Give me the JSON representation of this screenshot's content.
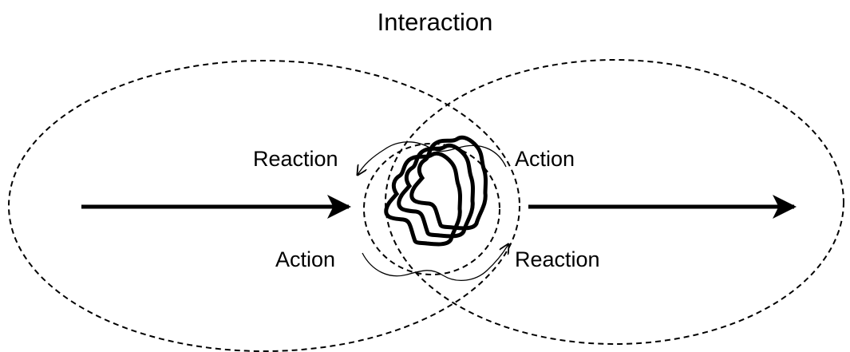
{
  "diagram": {
    "title": "Interaction",
    "labels": {
      "reaction_upper_left": "Reaction",
      "action_upper_right": "Action",
      "action_lower_left": "Action",
      "reaction_lower_right": "Reaction"
    },
    "colors": {
      "stroke": "#000000",
      "background": "#ffffff"
    }
  }
}
